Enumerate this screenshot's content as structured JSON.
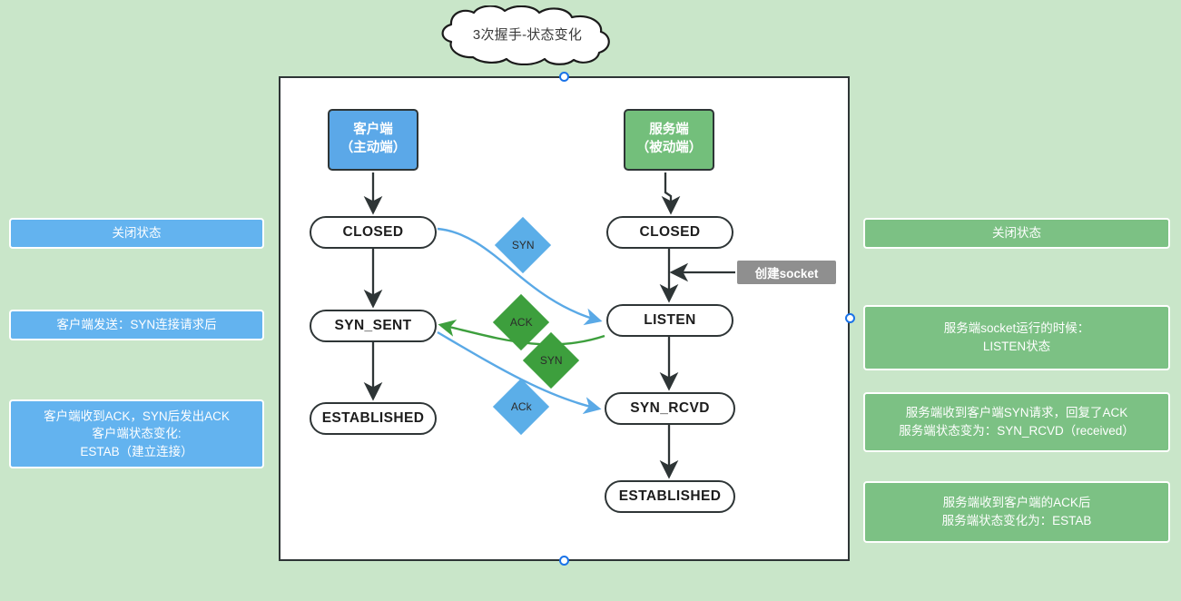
{
  "title_cloud": {
    "text": "3次握手-状态变化"
  },
  "canvas": {
    "background_color": "#c9e6c9",
    "panel_background": "#ffffff",
    "panel_border_color": "#2e3536"
  },
  "colors": {
    "client_blue": "#5ba8e8",
    "server_green": "#73bf7b",
    "note_blue": "#63b3ef",
    "note_green": "#7cc184",
    "diamond_blue": "#5baee8",
    "diamond_green": "#3d9f3d",
    "socket_tag_gray": "#8f8f8f",
    "edge_blue": "#5aa9e6",
    "edge_green": "#3d9f3d",
    "edge_black": "#2e3536",
    "selection_handle": "#1a73e8"
  },
  "columns": {
    "client": {
      "title_line1": "客户端",
      "title_line2": "（主动端）"
    },
    "server": {
      "title_line1": "服务端",
      "title_line2": "（被动端）"
    }
  },
  "states": {
    "client": [
      {
        "id": "client-closed",
        "label": "CLOSED"
      },
      {
        "id": "client-syn-sent",
        "label": "SYN_SENT"
      },
      {
        "id": "client-established",
        "label": "ESTABLISHED"
      }
    ],
    "server": [
      {
        "id": "server-closed",
        "label": "CLOSED"
      },
      {
        "id": "server-listen",
        "label": "LISTEN"
      },
      {
        "id": "server-syn-rcvd",
        "label": "SYN_RCVD"
      },
      {
        "id": "server-established",
        "label": "ESTABLISHED"
      }
    ]
  },
  "edge_labels": [
    {
      "id": "syn-1",
      "text": "SYN",
      "color": "blue"
    },
    {
      "id": "ack-1",
      "text": "ACK",
      "color": "green"
    },
    {
      "id": "syn-2",
      "text": "SYN",
      "color": "green"
    },
    {
      "id": "ack-2",
      "text": "ACk",
      "color": "blue"
    }
  ],
  "socket_tag": {
    "text": "创建socket"
  },
  "notes_left": [
    {
      "id": "left-closed",
      "text": "关闭状态"
    },
    {
      "id": "left-syn-sent",
      "text": "客户端发送：SYN连接请求后"
    },
    {
      "id": "left-estab",
      "text": "客户端收到ACK，SYN后发出ACK\n客户端状态变化:\nESTAB（建立连接）"
    }
  ],
  "notes_right": [
    {
      "id": "right-closed",
      "text": "关闭状态"
    },
    {
      "id": "right-listen",
      "text": "服务端socket运行的时候：\nLISTEN状态"
    },
    {
      "id": "right-syn-rcvd",
      "text": "服务端收到客户端SYN请求，回复了ACK\n服务端状态变为：SYN_RCVD（received）"
    },
    {
      "id": "right-estab",
      "text": "服务端收到客户端的ACK后\n服务端状态变化为：ESTAB"
    }
  ]
}
